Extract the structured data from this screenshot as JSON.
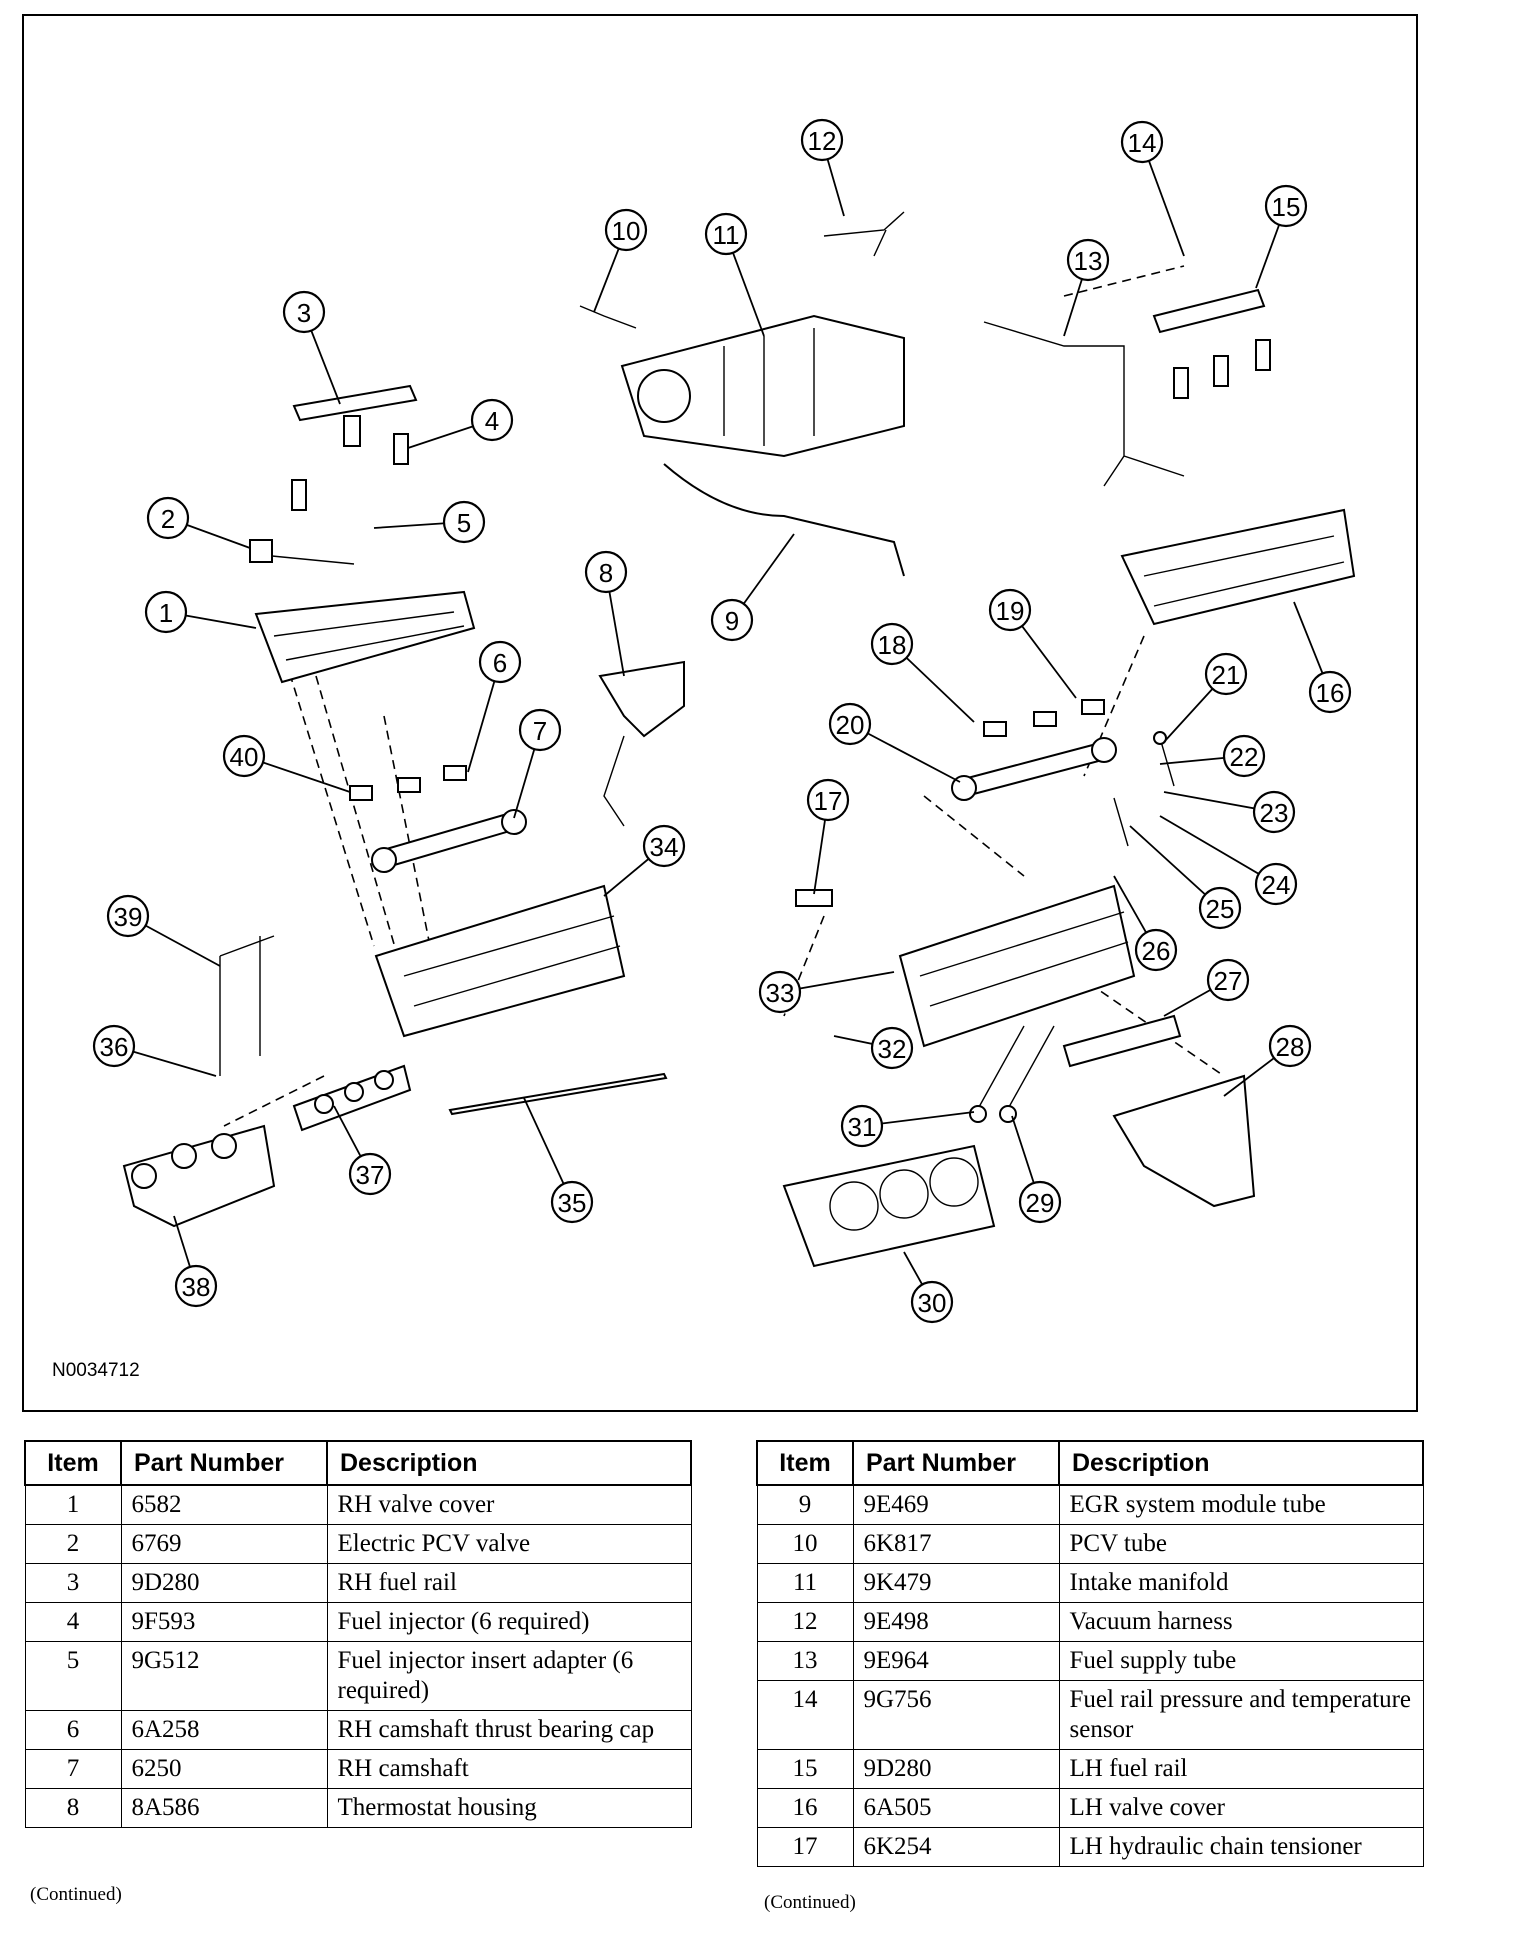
{
  "figure_id": "N0034712",
  "callouts": [
    "1",
    "2",
    "3",
    "4",
    "5",
    "6",
    "7",
    "8",
    "9",
    "10",
    "11",
    "12",
    "13",
    "14",
    "15",
    "16",
    "17",
    "18",
    "19",
    "20",
    "21",
    "22",
    "23",
    "24",
    "25",
    "26",
    "27",
    "28",
    "29",
    "30",
    "31",
    "32",
    "33",
    "34",
    "35",
    "36",
    "37",
    "38",
    "39",
    "40"
  ],
  "table_headers": {
    "item": "Item",
    "part_number": "Part Number",
    "description": "Description"
  },
  "left_table": [
    {
      "item": "1",
      "part": "6582",
      "desc": "RH valve cover"
    },
    {
      "item": "2",
      "part": "6769",
      "desc": "Electric PCV valve"
    },
    {
      "item": "3",
      "part": "9D280",
      "desc": "RH fuel rail"
    },
    {
      "item": "4",
      "part": "9F593",
      "desc": "Fuel injector (6 required)"
    },
    {
      "item": "5",
      "part": "9G512",
      "desc": "Fuel injector insert adapter (6 required)"
    },
    {
      "item": "6",
      "part": "6A258",
      "desc": "RH camshaft thrust bearing cap"
    },
    {
      "item": "7",
      "part": "6250",
      "desc": "RH camshaft"
    },
    {
      "item": "8",
      "part": "8A586",
      "desc": "Thermostat housing"
    }
  ],
  "right_table": [
    {
      "item": "9",
      "part": "9E469",
      "desc": "EGR system module tube"
    },
    {
      "item": "10",
      "part": "6K817",
      "desc": "PCV tube"
    },
    {
      "item": "11",
      "part": "9K479",
      "desc": "Intake manifold"
    },
    {
      "item": "12",
      "part": "9E498",
      "desc": "Vacuum harness"
    },
    {
      "item": "13",
      "part": "9E964",
      "desc": "Fuel supply tube"
    },
    {
      "item": "14",
      "part": "9G756",
      "desc": "Fuel rail pressure and temperature sensor"
    },
    {
      "item": "15",
      "part": "9D280",
      "desc": "LH fuel rail"
    },
    {
      "item": "16",
      "part": "6A505",
      "desc": "LH valve cover"
    },
    {
      "item": "17",
      "part": "6K254",
      "desc": "LH hydraulic chain tensioner"
    }
  ],
  "continued_label": "(Continued)"
}
